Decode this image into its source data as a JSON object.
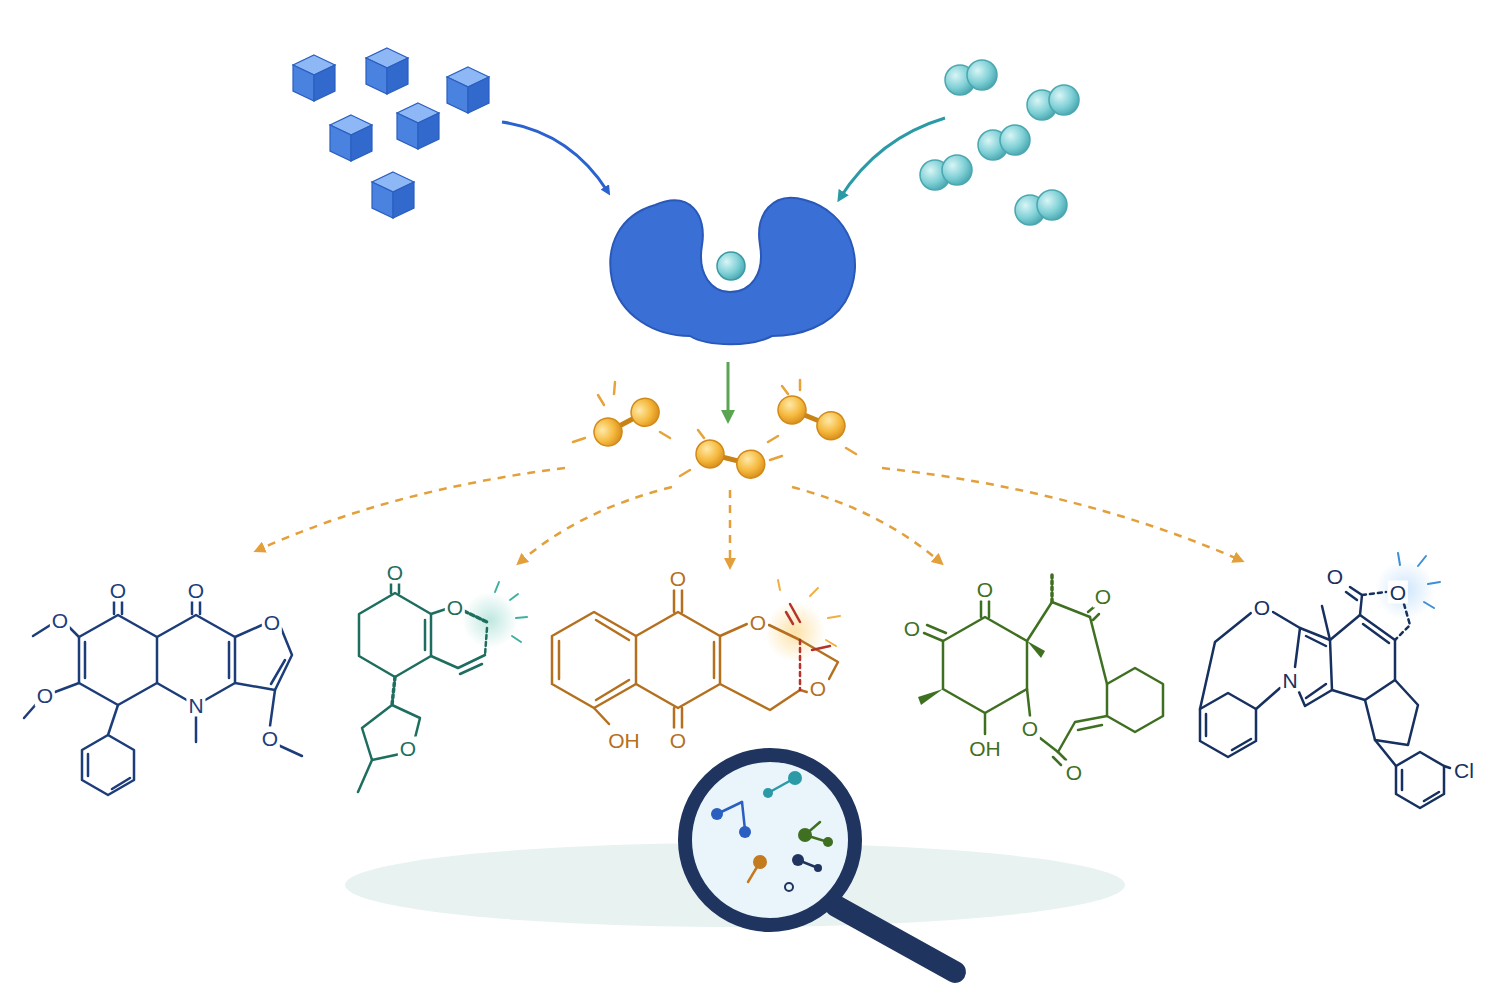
{
  "diagram": {
    "labels": [
      "O",
      "O",
      "O",
      "O",
      "O",
      "N",
      "O",
      "O",
      "O",
      "O",
      "O",
      "O",
      "O",
      "OH",
      "O",
      "O",
      "O",
      "O",
      "OH",
      "O",
      "O",
      "O",
      "O",
      "O",
      "N",
      "Cl"
    ]
  }
}
